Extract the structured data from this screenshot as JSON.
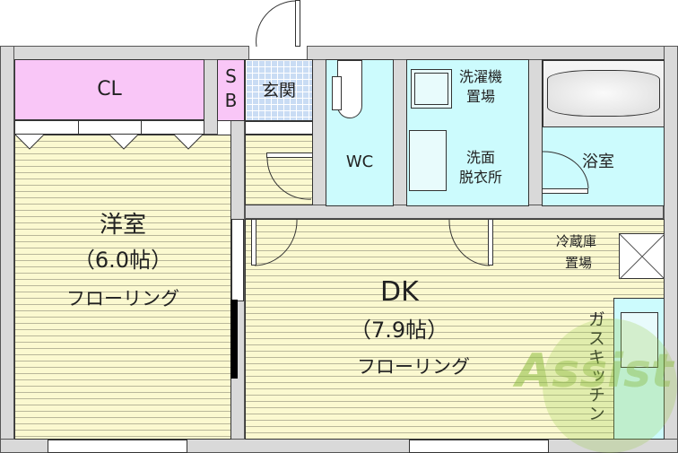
{
  "floorplan": {
    "rooms": {
      "closet": {
        "label": "CL"
      },
      "shoe_box": {
        "label_line1": "S",
        "label_line2": "B"
      },
      "entrance": {
        "label": "玄関"
      },
      "toilet": {
        "label": "WC"
      },
      "laundry": {
        "label_line1": "洗濯機",
        "label_line2": "置場"
      },
      "washroom": {
        "label_line1": "洗面",
        "label_line2": "脱衣所"
      },
      "bathroom": {
        "label": "浴室"
      },
      "western_room": {
        "name": "洋室",
        "size": "（6.0帖）",
        "flooring": "フローリング"
      },
      "dining_kitchen": {
        "name": "DK",
        "size": "（7.9帖）",
        "flooring": "フローリング"
      },
      "fridge_space": {
        "label_line1": "冷蔵庫",
        "label_line2": "置場"
      },
      "gas_kitchen": {
        "label": "ガスキッチン"
      }
    },
    "watermark": {
      "text": "Assist",
      "colors": {
        "green": "#9ccc50",
        "red": "#e06060"
      }
    },
    "colors": {
      "wall": "#d9d9d9",
      "floor": "#fbf9d0",
      "closet": "#f9c6f7",
      "wet": "#ccfbfd",
      "tile": "#c9dcf4"
    }
  }
}
